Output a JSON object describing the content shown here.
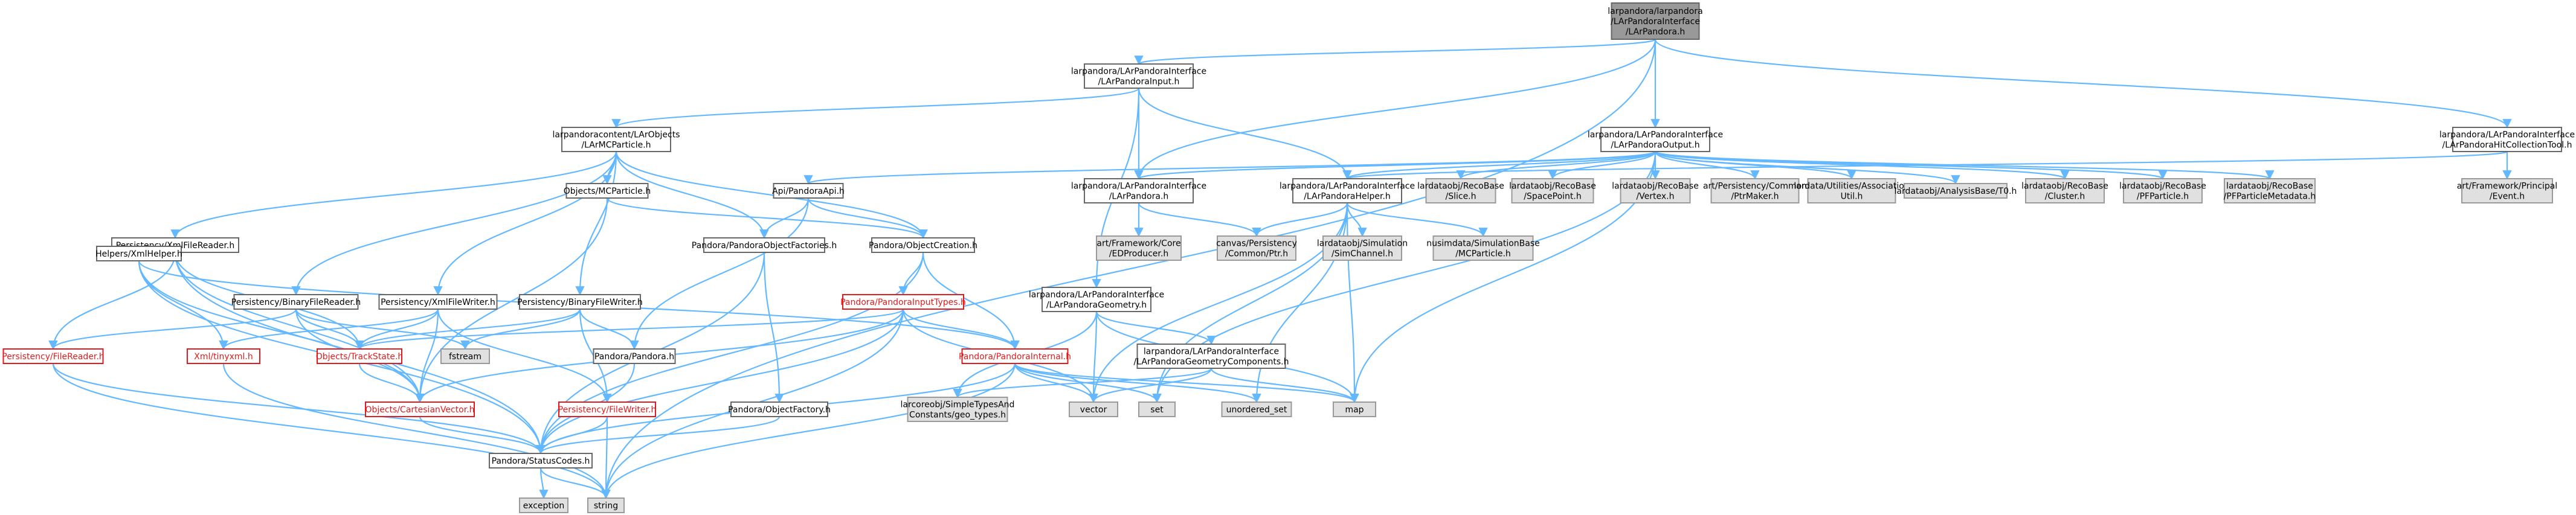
{
  "diagram": {
    "nodes": [
      {
        "id": "root",
        "label": [
          "larpandora/larpandora",
          "/LArPandoraInterface",
          "/LArPandora.h"
        ],
        "kind": "root"
      },
      {
        "id": "input",
        "label": [
          "larpandora/LArPandoraInterface",
          "/LArPandoraInput.h"
        ],
        "kind": "normal"
      },
      {
        "id": "output",
        "label": [
          "larpandora/LArPandoraInterface",
          "/LArPandoraOutput.h"
        ],
        "kind": "normal"
      },
      {
        "id": "hitcol",
        "label": [
          "larpandora/LArPandoraInterface",
          "/LArPandoraHitCollectionTool.h"
        ],
        "kind": "normal"
      },
      {
        "id": "lamc",
        "label": [
          "larpandoracontent/LArObjects",
          "/LArMCParticle.h"
        ],
        "kind": "normal"
      },
      {
        "id": "lapint",
        "label": [
          "larpandora/LArPandoraInterface",
          "/LArPandora.h"
        ],
        "kind": "normal"
      },
      {
        "id": "laphelper",
        "label": [
          "larpandora/LArPandoraInterface",
          "/LArPandoraHelper.h"
        ],
        "kind": "normal"
      },
      {
        "id": "slice",
        "label": [
          "lardataobj/RecoBase",
          "/Slice.h"
        ],
        "kind": "ext"
      },
      {
        "id": "spacepoint",
        "label": [
          "lardataobj/RecoBase",
          "/SpacePoint.h"
        ],
        "kind": "ext"
      },
      {
        "id": "vertex",
        "label": [
          "lardataobj/RecoBase",
          "/Vertex.h"
        ],
        "kind": "ext"
      },
      {
        "id": "ptrmaker",
        "label": [
          "art/Persistency/Common",
          "/PtrMaker.h"
        ],
        "kind": "ext"
      },
      {
        "id": "assocutil",
        "label": [
          "lardata/Utilities/Association",
          "Util.h"
        ],
        "kind": "ext"
      },
      {
        "id": "t0",
        "label": [
          "lardataobj/AnalysisBase/T0.h"
        ],
        "kind": "ext"
      },
      {
        "id": "cluster",
        "label": [
          "lardataobj/RecoBase",
          "/Cluster.h"
        ],
        "kind": "ext"
      },
      {
        "id": "pfparticle",
        "label": [
          "lardataobj/RecoBase",
          "/PFParticle.h"
        ],
        "kind": "ext"
      },
      {
        "id": "pfpmeta",
        "label": [
          "lardataobj/RecoBase",
          "/PFParticleMetadata.h"
        ],
        "kind": "ext"
      },
      {
        "id": "event",
        "label": [
          "art/Framework/Principal",
          "/Event.h"
        ],
        "kind": "ext"
      },
      {
        "id": "mcparticle",
        "label": [
          "Objects/MCParticle.h"
        ],
        "kind": "normal"
      },
      {
        "id": "api",
        "label": [
          "Api/PandoraApi.h"
        ],
        "kind": "normal"
      },
      {
        "id": "edproducer",
        "label": [
          "art/Framework/Core",
          "/EDProducer.h"
        ],
        "kind": "ext"
      },
      {
        "id": "canvasptr",
        "label": [
          "canvas/Persistency",
          "/Common/Ptr.h"
        ],
        "kind": "ext"
      },
      {
        "id": "simchannel",
        "label": [
          "lardataobj/Simulation",
          "/SimChannel.h"
        ],
        "kind": "ext"
      },
      {
        "id": "nusimmc",
        "label": [
          "nusimdata/SimulationBase",
          "/MCParticle.h"
        ],
        "kind": "ext"
      },
      {
        "id": "xmlreader",
        "label": [
          "Persistency/XmlFileReader.h"
        ],
        "kind": "normal"
      },
      {
        "id": "pofactories",
        "label": [
          "Pandora/PandoraObjectFactories.h"
        ],
        "kind": "normal"
      },
      {
        "id": "pocreation",
        "label": [
          "Pandora/ObjectCreation.h"
        ],
        "kind": "normal"
      },
      {
        "id": "xmlhelper",
        "label": [
          "Helpers/XmlHelper.h"
        ],
        "kind": "normal"
      },
      {
        "id": "binreader",
        "label": [
          "Persistency/BinaryFileReader.h"
        ],
        "kind": "normal"
      },
      {
        "id": "xmlwriter",
        "label": [
          "Persistency/XmlFileWriter.h"
        ],
        "kind": "normal"
      },
      {
        "id": "binwriter",
        "label": [
          "Persistency/BinaryFileWriter.h"
        ],
        "kind": "normal"
      },
      {
        "id": "inputtypes",
        "label": [
          "Pandora/PandoraInputTypes.h"
        ],
        "kind": "red"
      },
      {
        "id": "geometry",
        "label": [
          "larpandora/LArPandoraInterface",
          "/LArPandoraGeometry.h"
        ],
        "kind": "normal"
      },
      {
        "id": "filereader",
        "label": [
          "Persistency/FileReader.h"
        ],
        "kind": "red"
      },
      {
        "id": "tinyxml",
        "label": [
          "Xml/tinyxml.h"
        ],
        "kind": "red"
      },
      {
        "id": "trackstate",
        "label": [
          "Objects/TrackState.h"
        ],
        "kind": "red"
      },
      {
        "id": "fstream",
        "label": [
          "fstream"
        ],
        "kind": "ext"
      },
      {
        "id": "pandorah",
        "label": [
          "Pandora/Pandora.h"
        ],
        "kind": "normal"
      },
      {
        "id": "pinternal",
        "label": [
          "Pandora/PandoraInternal.h"
        ],
        "kind": "red"
      },
      {
        "id": "geomcomp",
        "label": [
          "larpandora/LArPandoraInterface",
          "/LArPandoraGeometryComponents.h"
        ],
        "kind": "normal"
      },
      {
        "id": "cartesian",
        "label": [
          "Objects/CartesianVector.h"
        ],
        "kind": "red"
      },
      {
        "id": "filewriter",
        "label": [
          "Persistency/FileWriter.h"
        ],
        "kind": "red"
      },
      {
        "id": "objfactory",
        "label": [
          "Pandora/ObjectFactory.h"
        ],
        "kind": "normal"
      },
      {
        "id": "simpletypes",
        "label": [
          "larcoreobj/SimpleTypesAnd",
          "Constants/geo_types.h"
        ],
        "kind": "ext"
      },
      {
        "id": "vector",
        "label": [
          "vector"
        ],
        "kind": "ext"
      },
      {
        "id": "set",
        "label": [
          "set"
        ],
        "kind": "ext"
      },
      {
        "id": "unordset",
        "label": [
          "unordered_set"
        ],
        "kind": "ext"
      },
      {
        "id": "map",
        "label": [
          "map"
        ],
        "kind": "ext"
      },
      {
        "id": "statuscodes",
        "label": [
          "Pandora/StatusCodes.h"
        ],
        "kind": "normal"
      },
      {
        "id": "exception",
        "label": [
          "exception"
        ],
        "kind": "ext"
      },
      {
        "id": "string",
        "label": [
          "string"
        ],
        "kind": "ext"
      }
    ],
    "edges": [
      [
        "root",
        "input"
      ],
      [
        "root",
        "output"
      ],
      [
        "root",
        "hitcol"
      ],
      [
        "root",
        "lapint"
      ],
      [
        "root",
        "string"
      ],
      [
        "input",
        "lamc"
      ],
      [
        "input",
        "lapint"
      ],
      [
        "input",
        "laphelper"
      ],
      [
        "input",
        "geometry"
      ],
      [
        "output",
        "lapint"
      ],
      [
        "output",
        "laphelper"
      ],
      [
        "output",
        "api"
      ],
      [
        "output",
        "slice"
      ],
      [
        "output",
        "spacepoint"
      ],
      [
        "output",
        "vertex"
      ],
      [
        "output",
        "ptrmaker"
      ],
      [
        "output",
        "assocutil"
      ],
      [
        "output",
        "t0"
      ],
      [
        "output",
        "cluster"
      ],
      [
        "output",
        "pfparticle"
      ],
      [
        "output",
        "pfpmeta"
      ],
      [
        "output",
        "map"
      ],
      [
        "output",
        "set"
      ],
      [
        "hitcol",
        "laphelper"
      ],
      [
        "hitcol",
        "event"
      ],
      [
        "lamc",
        "mcparticle"
      ],
      [
        "lamc",
        "xmlreader"
      ],
      [
        "lamc",
        "binreader"
      ],
      [
        "lamc",
        "xmlwriter"
      ],
      [
        "lamc",
        "binwriter"
      ],
      [
        "lamc",
        "pocreation"
      ],
      [
        "lamc",
        "pofactories"
      ],
      [
        "lapint",
        "edproducer"
      ],
      [
        "lapint",
        "canvasptr"
      ],
      [
        "laphelper",
        "canvasptr"
      ],
      [
        "laphelper",
        "simchannel"
      ],
      [
        "laphelper",
        "nusimmc"
      ],
      [
        "laphelper",
        "map"
      ],
      [
        "laphelper",
        "set"
      ],
      [
        "laphelper",
        "vector"
      ],
      [
        "laphelper",
        "unordset"
      ],
      [
        "api",
        "pandorah"
      ],
      [
        "api",
        "pocreation"
      ],
      [
        "api",
        "pofactories"
      ],
      [
        "mcparticle",
        "pocreation"
      ],
      [
        "mcparticle",
        "cartesian"
      ],
      [
        "pofactories",
        "objfactory"
      ],
      [
        "pofactories",
        "statuscodes"
      ],
      [
        "pocreation",
        "inputtypes"
      ],
      [
        "pocreation",
        "pinternal"
      ],
      [
        "pocreation",
        "statuscodes"
      ],
      [
        "xmlreader",
        "filereader"
      ],
      [
        "xmlreader",
        "xmlhelper"
      ],
      [
        "xmlreader",
        "trackstate"
      ],
      [
        "xmlreader",
        "cartesian"
      ],
      [
        "xmlreader",
        "statuscodes"
      ],
      [
        "xmlhelper",
        "tinyxml"
      ],
      [
        "xmlhelper",
        "cartesian"
      ],
      [
        "xmlhelper",
        "statuscodes"
      ],
      [
        "xmlhelper",
        "pinternal"
      ],
      [
        "binreader",
        "filereader"
      ],
      [
        "binreader",
        "trackstate"
      ],
      [
        "binreader",
        "cartesian"
      ],
      [
        "binreader",
        "fstream"
      ],
      [
        "xmlwriter",
        "filewriter"
      ],
      [
        "xmlwriter",
        "tinyxml"
      ],
      [
        "xmlwriter",
        "trackstate"
      ],
      [
        "xmlwriter",
        "cartesian"
      ],
      [
        "binwriter",
        "filewriter"
      ],
      [
        "binwriter",
        "trackstate"
      ],
      [
        "binwriter",
        "fstream"
      ],
      [
        "binwriter",
        "pandorah"
      ],
      [
        "inputtypes",
        "pinternal"
      ],
      [
        "inputtypes",
        "trackstate"
      ],
      [
        "inputtypes",
        "cartesian"
      ],
      [
        "inputtypes",
        "statuscodes"
      ],
      [
        "inputtypes",
        "string"
      ],
      [
        "inputtypes",
        "vector"
      ],
      [
        "geometry",
        "geomcomp"
      ],
      [
        "geometry",
        "simpletypes"
      ],
      [
        "geometry",
        "vector"
      ],
      [
        "geometry",
        "map"
      ],
      [
        "geomcomp",
        "simpletypes"
      ],
      [
        "geomcomp",
        "vector"
      ],
      [
        "geomcomp",
        "map"
      ],
      [
        "filereader",
        "statuscodes"
      ],
      [
        "filereader",
        "string"
      ],
      [
        "tinyxml",
        "string"
      ],
      [
        "trackstate",
        "cartesian"
      ],
      [
        "pandorah",
        "statuscodes"
      ],
      [
        "pinternal",
        "set"
      ],
      [
        "pinternal",
        "map"
      ],
      [
        "pinternal",
        "vector"
      ],
      [
        "pinternal",
        "unordset"
      ],
      [
        "pinternal",
        "string"
      ],
      [
        "pinternal",
        "statuscodes"
      ],
      [
        "cartesian",
        "statuscodes"
      ],
      [
        "filewriter",
        "statuscodes"
      ],
      [
        "filewriter",
        "string"
      ],
      [
        "objfactory",
        "statuscodes"
      ],
      [
        "statuscodes",
        "exception"
      ],
      [
        "statuscodes",
        "string"
      ]
    ]
  }
}
